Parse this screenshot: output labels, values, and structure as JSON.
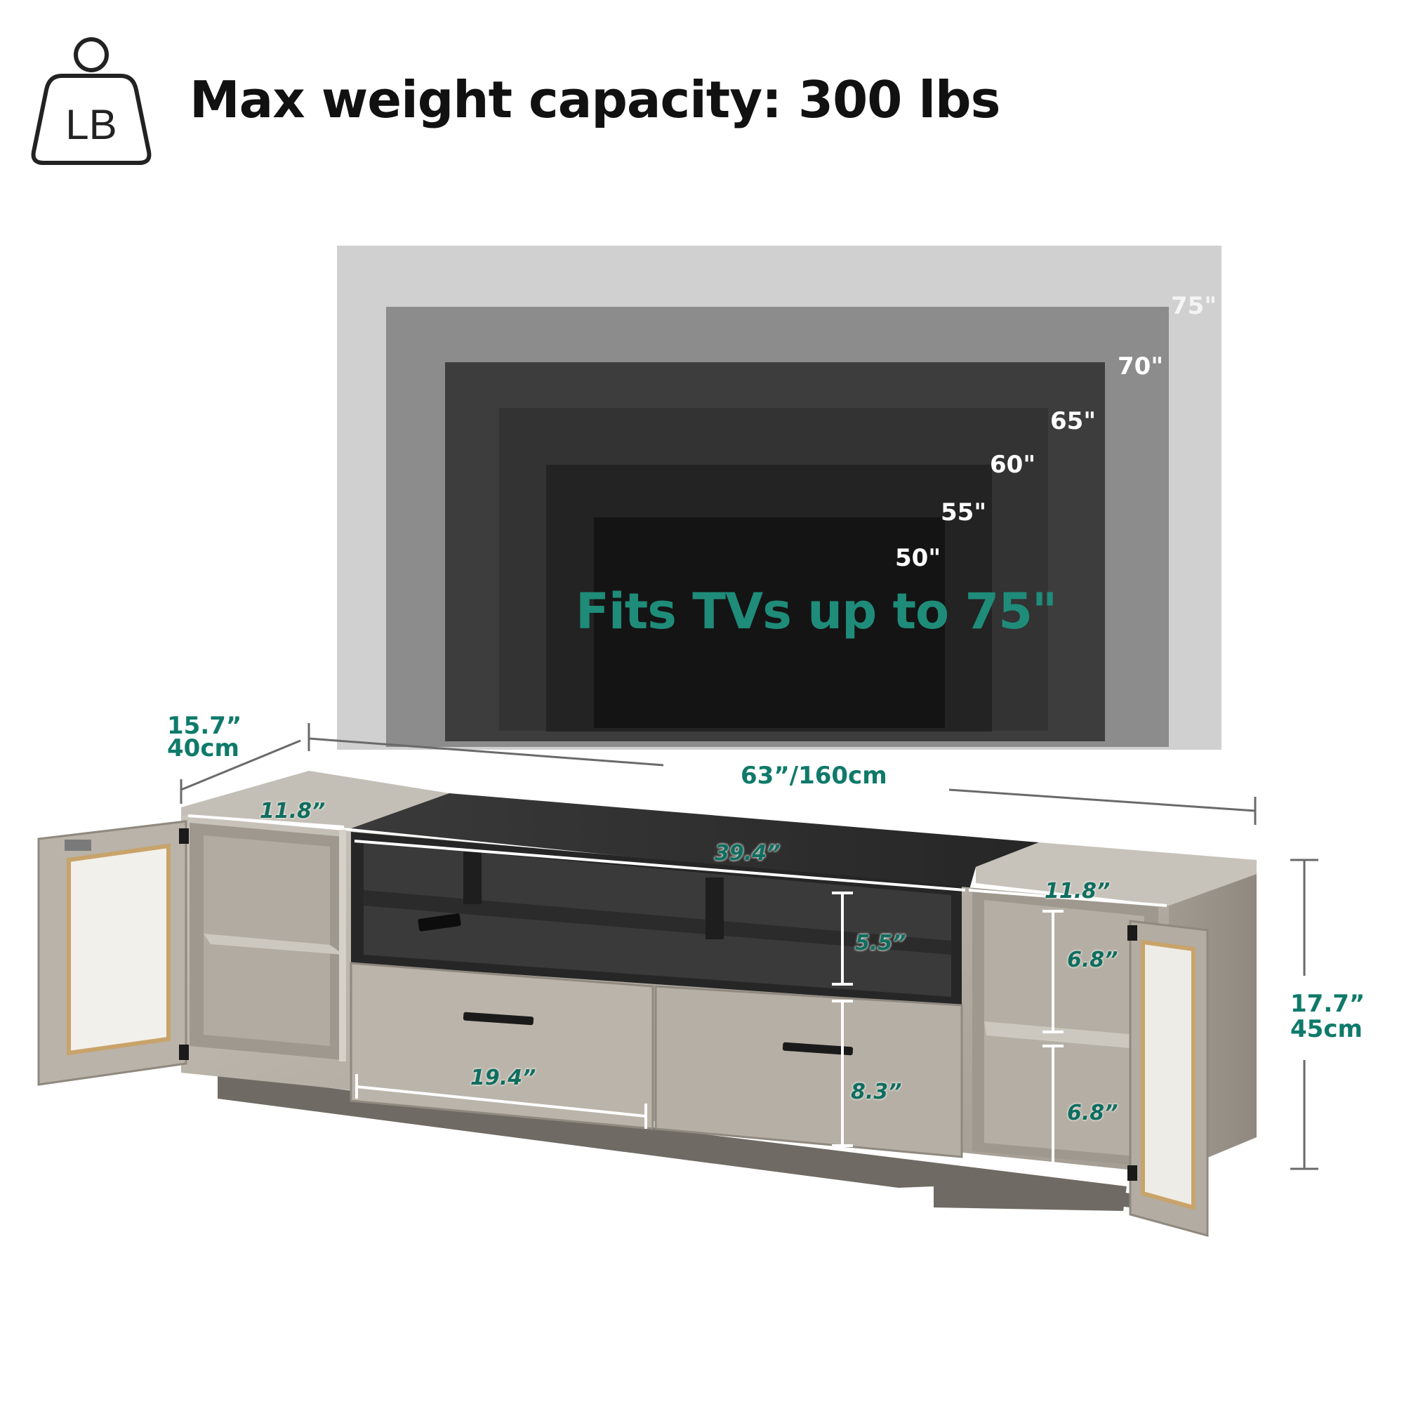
{
  "header": {
    "weight_icon_label": "LB",
    "weight_text": "Max weight capacity: 300 lbs"
  },
  "tv_sizes": [
    {
      "label": "75\"",
      "color": "#d0d0d0"
    },
    {
      "label": "70\"",
      "color": "#8c8c8c"
    },
    {
      "label": "65\"",
      "color": "#3d3d3d"
    },
    {
      "label": "60\"",
      "color": "#333333"
    },
    {
      "label": "55\"",
      "color": "#232323"
    },
    {
      "label": "50\"",
      "color": "#141414"
    }
  ],
  "fits_text": "Fits TVs up to 75\"",
  "dimensions": {
    "depth_in": "15.7”",
    "depth_cm": "40cm",
    "width": "63”/160cm",
    "left_cabinet_width": "11.8”",
    "center_width": "39.4”",
    "right_cabinet_width": "11.8”",
    "open_shelf_height": "5.5”",
    "shelf_height_upper": "6.8”",
    "drawer_width": "19.4”",
    "drawer_height": "8.3”",
    "shelf_height_lower": "6.8”",
    "height_in": "17.7”",
    "height_cm": "45cm"
  },
  "colors": {
    "accent_teal": "#1f8c7a",
    "wood_gray": "#b8b3aa",
    "top_black": "#2e2e2e"
  }
}
